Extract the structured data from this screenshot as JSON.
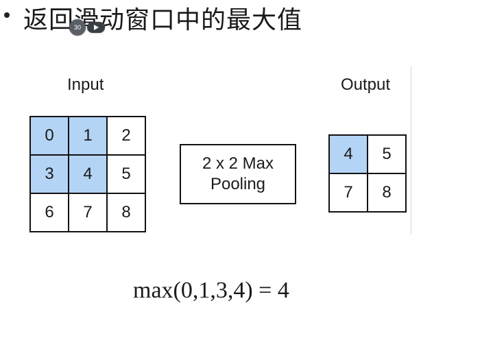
{
  "title": "返回滑动窗口中的最大值",
  "media_controls": {
    "skip_label": "30",
    "icons": [
      "skip-back-30-icon",
      "play-icon"
    ]
  },
  "input": {
    "label": "Input",
    "rows": [
      [
        "0",
        "1",
        "2"
      ],
      [
        "3",
        "4",
        "5"
      ],
      [
        "6",
        "7",
        "8"
      ]
    ],
    "highlighted": [
      [
        0,
        0
      ],
      [
        0,
        1
      ],
      [
        1,
        0
      ],
      [
        1,
        1
      ]
    ]
  },
  "pooling": {
    "line1": "2 x 2 Max",
    "line2": "Pooling"
  },
  "output": {
    "label": "Output",
    "rows": [
      [
        "4",
        "5"
      ],
      [
        "7",
        "8"
      ]
    ],
    "highlighted": [
      [
        0,
        0
      ]
    ]
  },
  "formula": "max(0,1,3,4) = 4",
  "colors": {
    "highlight": "#b3d4f5",
    "border": "#111111"
  }
}
